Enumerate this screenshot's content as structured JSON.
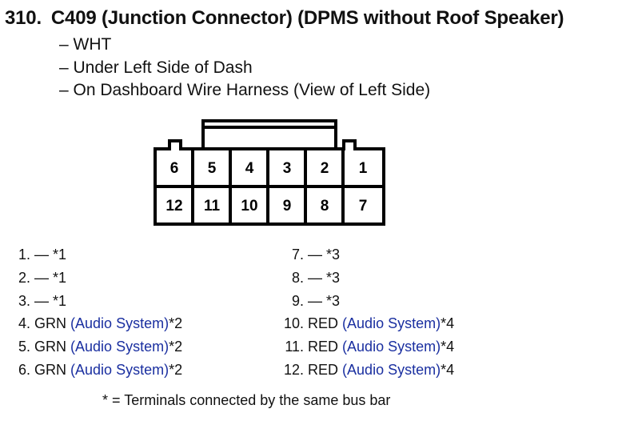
{
  "header": {
    "number": "310.",
    "title": "C409 (Junction Connector) (DPMS without Roof Speaker)"
  },
  "details": [
    "– WHT",
    "– Under Left Side of Dash",
    "– On Dashboard Wire Harness (View of Left Side)"
  ],
  "connector": {
    "top_row": [
      "6",
      "5",
      "4",
      "3",
      "2",
      "1"
    ],
    "bottom_row": [
      "12",
      "11",
      "10",
      "9",
      "8",
      "7"
    ]
  },
  "pins_left": [
    {
      "num": "1.",
      "wire": "—",
      "system": "",
      "note": "*1"
    },
    {
      "num": "2.",
      "wire": "—",
      "system": "",
      "note": "*1"
    },
    {
      "num": "3.",
      "wire": "—",
      "system": "",
      "note": "*1"
    },
    {
      "num": "4.",
      "wire": "GRN",
      "system": "(Audio System)",
      "note": "*2"
    },
    {
      "num": "5.",
      "wire": "GRN",
      "system": "(Audio System)",
      "note": "*2"
    },
    {
      "num": "6.",
      "wire": "GRN",
      "system": "(Audio System)",
      "note": "*2"
    }
  ],
  "pins_right": [
    {
      "num": "7.",
      "wire": "—",
      "system": "",
      "note": "*3"
    },
    {
      "num": "8.",
      "wire": "—",
      "system": "",
      "note": "*3"
    },
    {
      "num": "9.",
      "wire": "—",
      "system": "",
      "note": "*3"
    },
    {
      "num": "10.",
      "wire": "RED",
      "system": "(Audio System)",
      "note": "*4"
    },
    {
      "num": "11.",
      "wire": "RED",
      "system": "(Audio System)",
      "note": "*4"
    },
    {
      "num": "12.",
      "wire": "RED",
      "system": "(Audio System)",
      "note": "*4"
    }
  ],
  "footnote": "* = Terminals connected by the same bus bar",
  "colors": {
    "link": "#1a2fa0",
    "text": "#111111"
  }
}
